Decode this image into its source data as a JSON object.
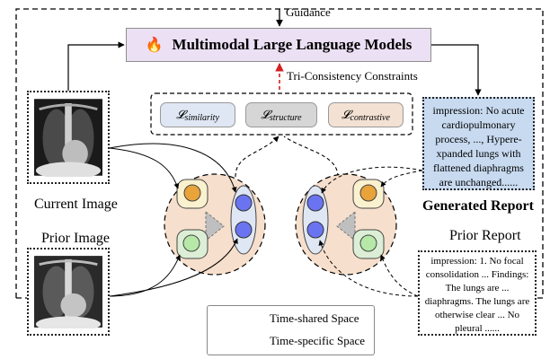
{
  "header": {
    "guidance_label": "Guidance",
    "llm_title": "Multimodal  Large Language Models",
    "llm_icon": "fire-icon",
    "tri_consistency_label": "Tri-Consistency Constraints"
  },
  "constraints": [
    {
      "symbol": "𝓛",
      "subscript": "similarity",
      "color": "#dfe7f4"
    },
    {
      "symbol": "𝓛",
      "subscript": "structure",
      "color": "#d6d6d6"
    },
    {
      "symbol": "𝓛",
      "subscript": "contrastive",
      "color": "#f3e1d3"
    }
  ],
  "images": {
    "current_caption": "Current Image",
    "prior_caption": "Prior Image"
  },
  "generated_report": {
    "title": "Generated Report",
    "text": "impression: No acute cardiopulmonary process, ..., Hypere-xpanded lungs with flattened diaphragms are unchanged......",
    "color": "#c8daf0"
  },
  "prior_report": {
    "title": "Prior Report",
    "text": "impression: 1. No focal consolidation ... Findings: The lungs are ... diaphragms. The lungs are otherwise clear ... No pleural ......"
  },
  "legend": {
    "time_shared_label": "Time-shared Space",
    "time_specific_label": "Time-specific Space",
    "time_shared_color": "#dfe7f4",
    "time_specific_colors": [
      "#dcefd6",
      "#faf1cf"
    ]
  },
  "colors": {
    "circle_fill": "#f6dfcc",
    "node_blue": "#6b74f0",
    "node_orange": "#e8a33b",
    "node_green": "#b6e8a8",
    "arrow_red": "#d42020"
  }
}
